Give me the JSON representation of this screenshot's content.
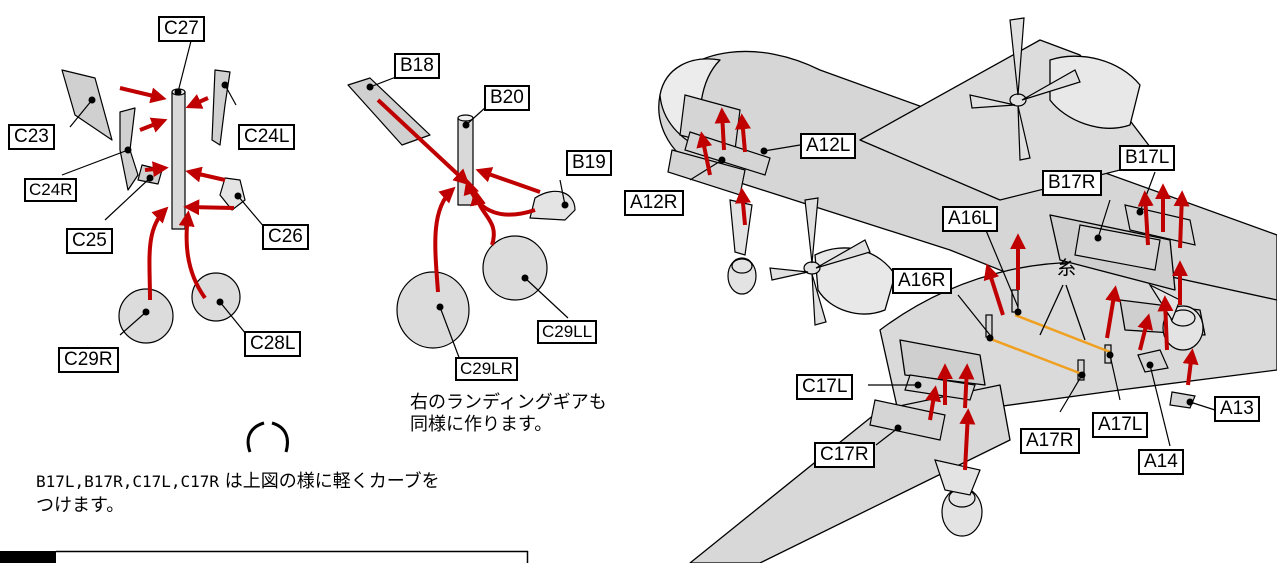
{
  "labels": {
    "C27": "C27",
    "C23": "C23",
    "C24L": "C24L",
    "C24R": "C24R",
    "C25": "C25",
    "C26": "C26",
    "C29R": "C29R",
    "C28L": "C28L",
    "B18": "B18",
    "B20": "B20",
    "B19": "B19",
    "C29LL": "C29LL",
    "C29LR": "C29LR",
    "A12L": "A12L",
    "A12R": "A12R",
    "B17L": "B17L",
    "B17R": "B17R",
    "A16L": "A16L",
    "A16R": "A16R",
    "C17L": "C17L",
    "C17R": "C17R",
    "A17R": "A17R",
    "A17L": "A17L",
    "A14": "A14",
    "A13": "A13"
  },
  "thread_label": "糸",
  "notes": {
    "right_gear_line1": "右のランディングギアも",
    "right_gear_line2": "同様に作ります。",
    "curve_parts": "B17L,B17R,C17L,C17R",
    "curve_text_line1": " は上図の様に軽くカーブを",
    "curve_text_line2": "つけます。"
  },
  "colors": {
    "arrow": "#c00000",
    "thread": "#f0a020",
    "part_fill": "#d9d9d9",
    "outline": "#000000"
  }
}
